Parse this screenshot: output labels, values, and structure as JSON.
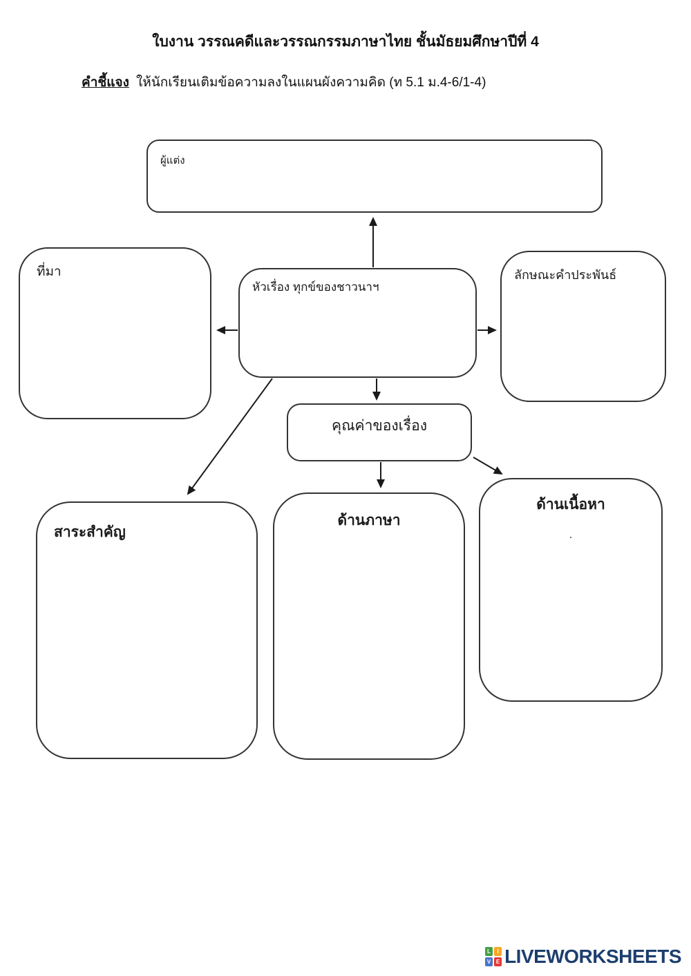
{
  "page": {
    "title": "ใบงาน วรรณคดีและวรรณกรรมภาษาไทย ชั้นมัธยมศึกษาปีที่ 4",
    "instruction_label": "คำชี้แจง",
    "instruction_text": "ให้นักเรียนเติมข้อความลงในแผนผังความคิด (ท 5.1 ม.4-6/1-4)"
  },
  "diagram": {
    "boxes": {
      "author": {
        "label": "ผู้แต่ง"
      },
      "source": {
        "label": "ที่มา"
      },
      "topic": {
        "label": "หัวเรื่อง ทุกข์ของชาวนาฯ"
      },
      "verse_form": {
        "label": "ลักษณะคำประพันธ์"
      },
      "value": {
        "label": "คุณค่าของเรื่อง"
      },
      "essence": {
        "label": "สาระสำคัญ"
      },
      "language": {
        "label": "ด้านภาษา"
      },
      "content": {
        "label": "ด้านเนื้อหา",
        "note": "."
      }
    },
    "arrows": [
      "topic-to-author",
      "topic-to-source",
      "topic-to-verse-form",
      "topic-to-essence",
      "topic-to-value",
      "value-to-language",
      "value-to-content"
    ]
  },
  "footer": {
    "logo_text": "LIVEWORKSHEETS",
    "logo_tiles": [
      {
        "letter": "L",
        "color": "#43a047"
      },
      {
        "letter": "I",
        "color": "#f9a825"
      },
      {
        "letter": "V",
        "color": "#4a74c9"
      },
      {
        "letter": "E",
        "color": "#e53935"
      }
    ],
    "logo_text_color": "#1d3e6e"
  },
  "colors": {
    "background": "#ffffff",
    "box_border": "#333333",
    "text": "#111111",
    "arrow": "#1a1a1a"
  }
}
